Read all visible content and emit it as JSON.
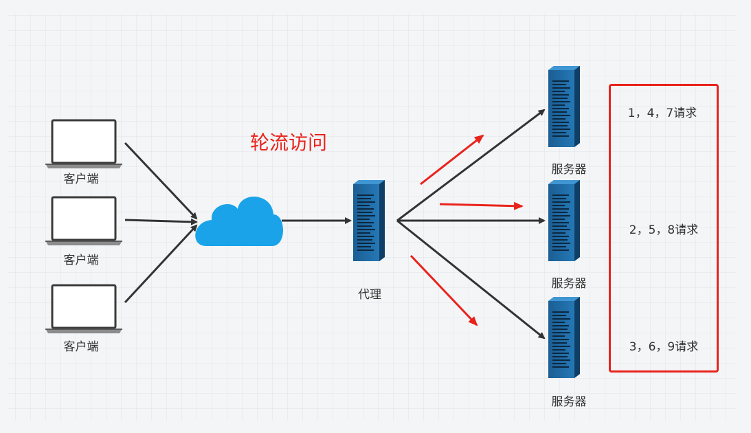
{
  "title": "轮流访问",
  "clients": [
    "客户端",
    "客户端",
    "客户端"
  ],
  "proxy": "代理",
  "servers": [
    "服务器",
    "服务器",
    "服务器"
  ],
  "requests": [
    "1，4，7请求",
    "2，5，8请求",
    "3，6，9请求"
  ],
  "colors": {
    "accent": "#e8231c",
    "server": "#1f6fa8",
    "cloud": "#1aa3e8",
    "arrow": "#333333"
  }
}
